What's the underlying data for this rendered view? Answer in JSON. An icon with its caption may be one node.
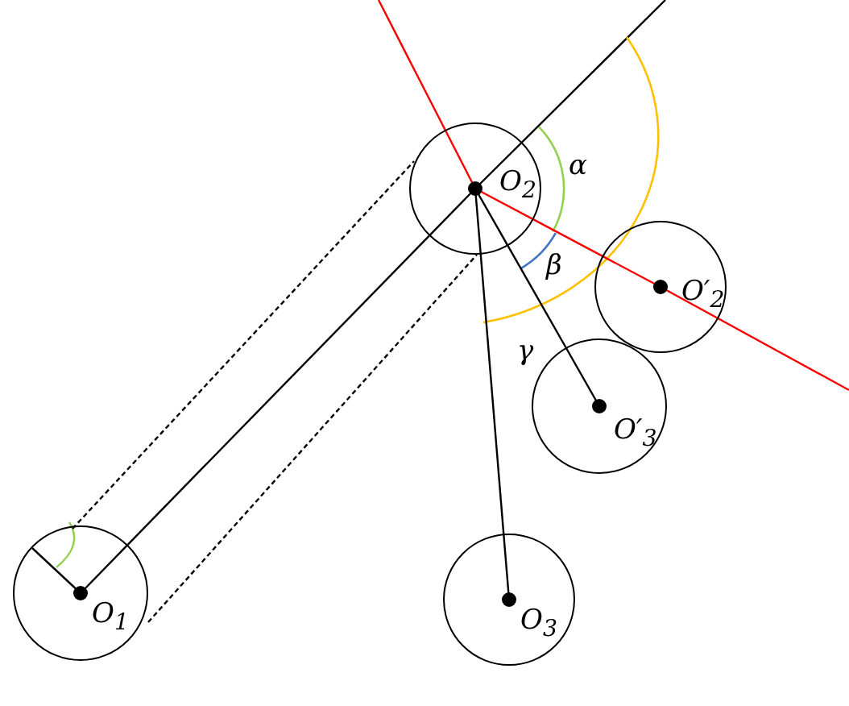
{
  "diagram": {
    "nodes": [
      {
        "text": [
          "O$_{2}$"
        ]
      },
      {
        "text": [
          "O′$_{2}$"
        ]
      },
      {
        "text": [
          "O′$_{3}$"
        ]
      },
      {
        "text": [
          "O$_{1}$"
        ]
      },
      {
        "text": [
          "O$_{3}$"
        ]
      }
    ],
    "edges": [
      {
        "from": 3,
        "to": 0,
        "arrow": "none"
      },
      {
        "from": 0,
        "to": 4,
        "arrow": "none"
      },
      {
        "from": 0,
        "to": 2,
        "arrow": "none"
      },
      {
        "from": 0,
        "to": 1,
        "arrow": "none",
        "color": "#ff0000"
      },
      {
        "from": 3,
        "to": 0,
        "arrow": "none",
        "style": "dashed"
      },
      {
        "from": 3,
        "to": 0,
        "arrow": "none",
        "style": "dashed"
      }
    ],
    "labels": [
      "α",
      "β",
      "γ"
    ]
  }
}
